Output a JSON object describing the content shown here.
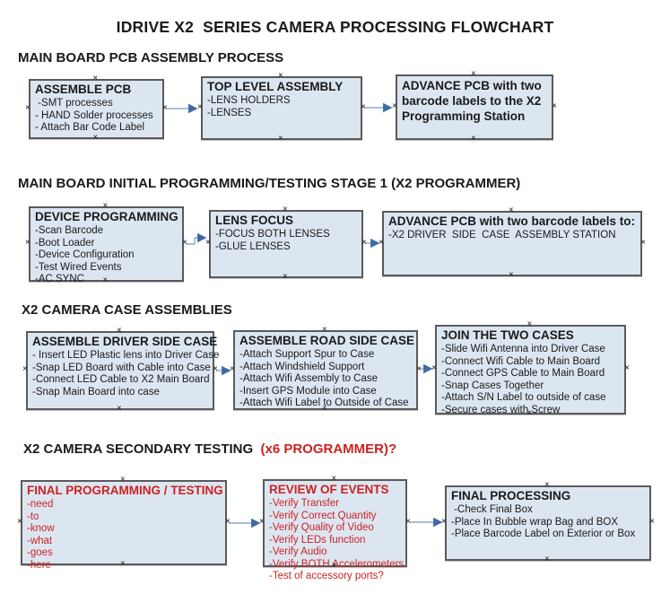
{
  "title": "IDRIVE X2  SERIES CAMERA PROCESSING FLOWCHART",
  "colors": {
    "box_fill": "#dce6f1",
    "box_border": "#5a5a5a",
    "arrow_line": "#8ea9c8",
    "arrow_head": "#3f6ba5",
    "red_text": "#cc2222",
    "black_text": "#1a1a1a"
  },
  "icons": {
    "connection_handle": "×"
  },
  "sections": [
    {
      "header": "MAIN BOARD PCB ASSEMBLY PROCESS"
    },
    {
      "header": "MAIN BOARD INITIAL PROGRAMMING/TESTING STAGE 1 (X2 PROGRAMMER)"
    },
    {
      "header": "X2 CAMERA CASE ASSEMBLIES"
    },
    {
      "header": "X2 CAMERA SECONDARY TESTING ",
      "header_red": " (x6 PROGRAMMER)?"
    }
  ],
  "boxes": {
    "a1": {
      "title": "ASSEMBLE PCB",
      "items": [
        " -SMT processes",
        "- HAND Solder processes",
        "- Attach Bar Code Label"
      ]
    },
    "a2": {
      "title": "TOP LEVEL ASSEMBLY",
      "items": [
        "-LENS HOLDERS",
        "-LENSES"
      ]
    },
    "a3": {
      "title": "ADVANCE PCB with two barcode labels to the X2 Programming Station",
      "items": []
    },
    "b1": {
      "title": "DEVICE PROGRAMMING",
      "items": [
        "-Scan Barcode",
        "-Boot Loader",
        "-Device Configuration",
        "-Test Wired Events",
        "-AC SYNC"
      ]
    },
    "b2": {
      "title": "LENS FOCUS",
      "items": [
        "-FOCUS BOTH LENSES",
        "-GLUE LENSES"
      ]
    },
    "b3": {
      "title": "ADVANCE PCB with two barcode labels to:",
      "items": [
        "-X2 DRIVER  SIDE  CASE  ASSEMBLY STATION"
      ]
    },
    "c1": {
      "title": "ASSEMBLE DRIVER SIDE CASE",
      "items": [
        "- Insert LED Plastic lens into Driver Case",
        "-Snap LED Board with Cable into Case",
        "-Connect LED Cable to X2 Main Board",
        "-Snap Main Board into case"
      ]
    },
    "c2": {
      "title": "ASSEMBLE ROAD SIDE CASE",
      "items": [
        "-Attach Support Spur to Case",
        "-Attach Windshield Support",
        "-Attach Wifi Assembly to Case",
        "-Insert GPS Module into Case",
        "-Attach Wifi Label to Outside of Case"
      ]
    },
    "c3": {
      "title": "JOIN THE TWO CASES",
      "items": [
        "-Slide Wifi Antenna into Driver Case",
        "-Connect Wifi Cable to Main Board",
        "-Connect GPS Cable to Main Board",
        "-Snap Cases Together",
        "-Attach S/N Label to outside of case",
        "-Secure cases with Screw"
      ]
    },
    "d1": {
      "title": "FINAL PROGRAMMING / TESTING",
      "red": true,
      "items": [
        "-need",
        "-to",
        "-know",
        "-what",
        "-goes",
        "-here"
      ]
    },
    "d2": {
      "title": "REVIEW OF EVENTS",
      "red": true,
      "items": [
        "-Verify Transfer",
        "-Verify Correct Quantity",
        "-Verify Quality of Video",
        "-Verify LEDs function",
        "-Verify Audio",
        "-Verify BOTH Accelerometers",
        "-Test of accessory ports?"
      ]
    },
    "d3": {
      "title": "FINAL PROCESSING",
      "items": [
        " -Check Final Box",
        "-Place In Bubble wrap Bag and BOX",
        "-Place Barcode Label on Exterior or Box"
      ]
    }
  }
}
